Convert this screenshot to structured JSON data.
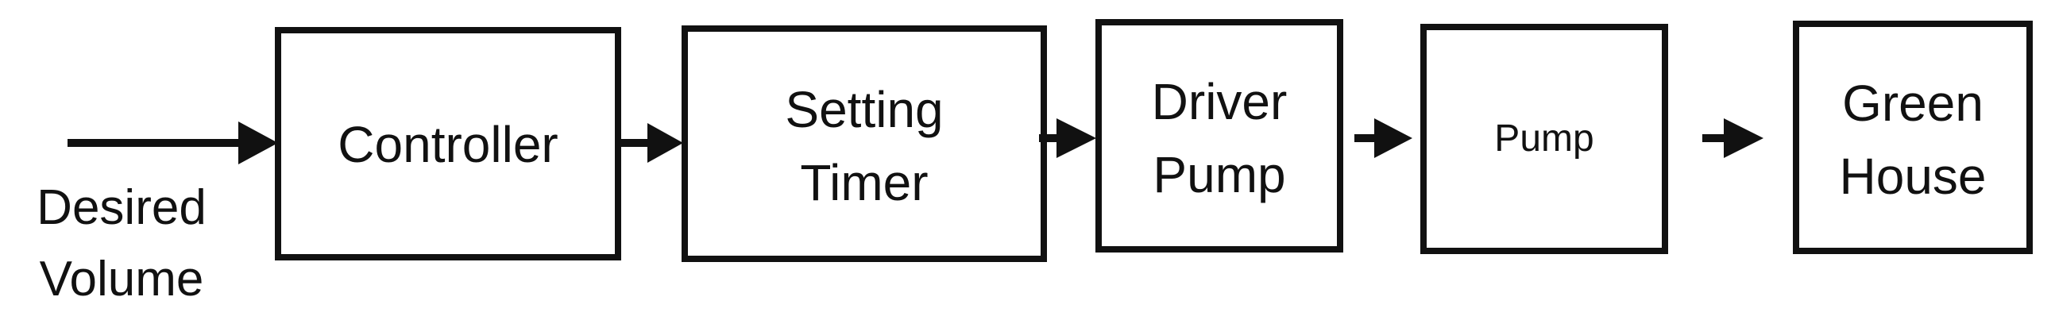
{
  "input": {
    "label_line1": "Desired",
    "label_line2": "Volume"
  },
  "blocks": [
    {
      "id": "controller",
      "line1": "Controller",
      "line2": ""
    },
    {
      "id": "setting-timer",
      "line1": "Setting",
      "line2": "Timer"
    },
    {
      "id": "driver-pump",
      "line1": "Driver",
      "line2": "Pump"
    },
    {
      "id": "pump",
      "line1": "Pump",
      "line2": ""
    },
    {
      "id": "green-house",
      "line1": "Green",
      "line2": "House"
    }
  ]
}
